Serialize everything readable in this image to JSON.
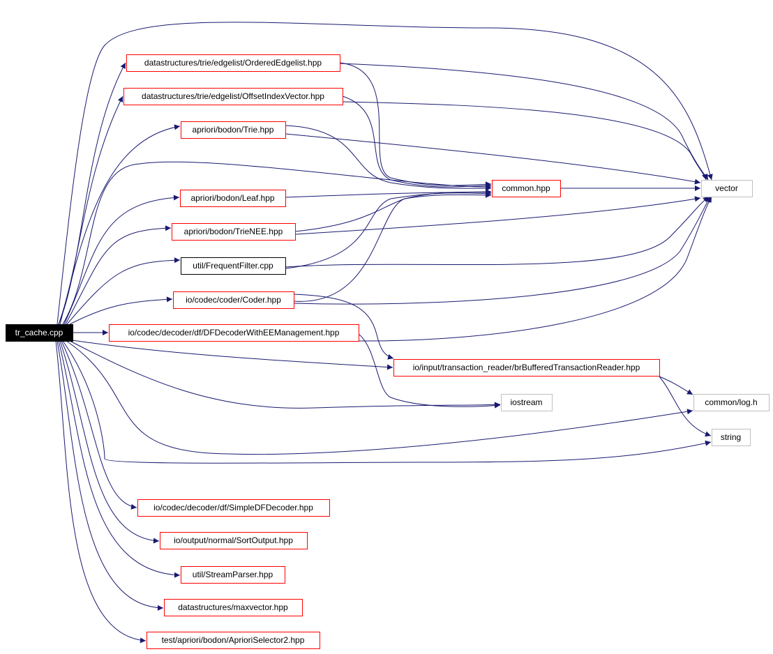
{
  "nodes": [
    {
      "id": "root",
      "label": "tr_cache.cpp",
      "kind": "root"
    },
    {
      "id": "ordered",
      "label": "datastructures/trie/edgelist/OrderedEdgelist.hpp",
      "kind": "red"
    },
    {
      "id": "offset",
      "label": "datastructures/trie/edgelist/OffsetIndexVector.hpp",
      "kind": "red"
    },
    {
      "id": "trie",
      "label": "apriori/bodon/Trie.hpp",
      "kind": "red"
    },
    {
      "id": "common",
      "label": "common.hpp",
      "kind": "red"
    },
    {
      "id": "vector",
      "label": "vector",
      "kind": "gray"
    },
    {
      "id": "leaf",
      "label": "apriori/bodon/Leaf.hpp",
      "kind": "red"
    },
    {
      "id": "trienee",
      "label": "apriori/bodon/TrieNEE.hpp",
      "kind": "red"
    },
    {
      "id": "freq",
      "label": "util/FrequentFilter.cpp",
      "kind": "black"
    },
    {
      "id": "coder",
      "label": "io/codec/coder/Coder.hpp",
      "kind": "red"
    },
    {
      "id": "dfdecee",
      "label": "io/codec/decoder/df/DFDecoderWithEEManagement.hpp",
      "kind": "red"
    },
    {
      "id": "brbuf",
      "label": "io/input/transaction_reader/brBufferedTransactionReader.hpp",
      "kind": "red"
    },
    {
      "id": "iostream",
      "label": "iostream",
      "kind": "gray"
    },
    {
      "id": "log",
      "label": "common/log.h",
      "kind": "gray"
    },
    {
      "id": "string",
      "label": "string",
      "kind": "gray"
    },
    {
      "id": "simpledf",
      "label": "io/codec/decoder/df/SimpleDFDecoder.hpp",
      "kind": "red"
    },
    {
      "id": "sortout",
      "label": "io/output/normal/SortOutput.hpp",
      "kind": "red"
    },
    {
      "id": "streamp",
      "label": "util/StreamParser.hpp",
      "kind": "red"
    },
    {
      "id": "maxvec",
      "label": "datastructures/maxvector.hpp",
      "kind": "red"
    },
    {
      "id": "aprsel",
      "label": "test/apriori/bodon/AprioriSelector2.hpp",
      "kind": "red"
    }
  ],
  "edges": [
    [
      "root",
      "ordered"
    ],
    [
      "root",
      "offset"
    ],
    [
      "root",
      "trie"
    ],
    [
      "root",
      "common"
    ],
    [
      "root",
      "leaf"
    ],
    [
      "root",
      "trienee"
    ],
    [
      "root",
      "freq"
    ],
    [
      "root",
      "coder"
    ],
    [
      "root",
      "dfdecee"
    ],
    [
      "root",
      "brbuf"
    ],
    [
      "root",
      "iostream"
    ],
    [
      "root",
      "log"
    ],
    [
      "root",
      "string"
    ],
    [
      "root",
      "simpledf"
    ],
    [
      "root",
      "sortout"
    ],
    [
      "root",
      "streamp"
    ],
    [
      "root",
      "maxvec"
    ],
    [
      "root",
      "aprsel"
    ],
    [
      "root",
      "vector"
    ],
    [
      "ordered",
      "common"
    ],
    [
      "ordered",
      "vector"
    ],
    [
      "offset",
      "common"
    ],
    [
      "offset",
      "vector"
    ],
    [
      "trie",
      "common"
    ],
    [
      "trie",
      "vector"
    ],
    [
      "leaf",
      "common"
    ],
    [
      "trienee",
      "common"
    ],
    [
      "trienee",
      "vector"
    ],
    [
      "freq",
      "common"
    ],
    [
      "freq",
      "vector"
    ],
    [
      "coder",
      "common"
    ],
    [
      "coder",
      "vector"
    ],
    [
      "coder",
      "brbuf"
    ],
    [
      "dfdecee",
      "vector"
    ],
    [
      "dfdecee",
      "iostream"
    ],
    [
      "common",
      "vector"
    ],
    [
      "brbuf",
      "log"
    ],
    [
      "brbuf",
      "string"
    ]
  ],
  "colors": {
    "edge": "#191970",
    "red_border": "#ff0000",
    "gray_border": "#bfbfbf",
    "black_border": "#000000",
    "root_fill": "#000000",
    "root_text": "#ffffff",
    "text": "#000000"
  }
}
